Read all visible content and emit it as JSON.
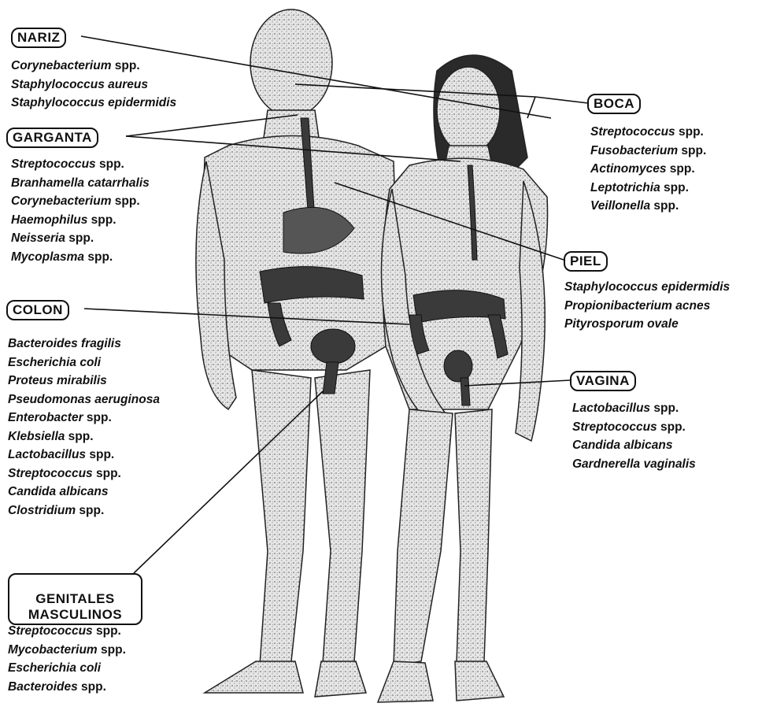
{
  "sections": [
    {
      "id": "nariz",
      "label": "NARIZ",
      "organisms": [
        {
          "name": "Corynebacterium",
          "suffix": " spp."
        },
        {
          "name": "Staphylococcus aureus",
          "suffix": ""
        },
        {
          "name": "Staphylococcus epidermidis",
          "suffix": ""
        }
      ]
    },
    {
      "id": "garganta",
      "label": "GARGANTA",
      "organisms": [
        {
          "name": "Streptococcus",
          "suffix": " spp."
        },
        {
          "name": "Branhamella catarrhalis",
          "suffix": ""
        },
        {
          "name": "Corynebacterium",
          "suffix": " spp."
        },
        {
          "name": "Haemophilus",
          "suffix": " spp."
        },
        {
          "name": "Neisseria",
          "suffix": " spp."
        },
        {
          "name": "Mycoplasma",
          "suffix": " spp."
        }
      ]
    },
    {
      "id": "colon",
      "label": "COLON",
      "organisms": [
        {
          "name": "Bacteroides fragilis",
          "suffix": ""
        },
        {
          "name": "Escherichia coli",
          "suffix": ""
        },
        {
          "name": "Proteus mirabilis",
          "suffix": ""
        },
        {
          "name": "Pseudomonas aeruginosa",
          "suffix": ""
        },
        {
          "name": "Enterobacter",
          "suffix": " spp."
        },
        {
          "name": "Klebsiella",
          "suffix": " spp."
        },
        {
          "name": "Lactobacillus",
          "suffix": " spp."
        },
        {
          "name": "Streptococcus",
          "suffix": " spp."
        },
        {
          "name": "Candida albicans",
          "suffix": ""
        },
        {
          "name": "Clostridium",
          "suffix": " spp."
        }
      ]
    },
    {
      "id": "genitales",
      "label": "GENITALES\nMASCULINOS",
      "organisms": [
        {
          "name": "Streptococcus",
          "suffix": " spp."
        },
        {
          "name": "Mycobacterium",
          "suffix": " spp."
        },
        {
          "name": "Escherichia coli",
          "suffix": ""
        },
        {
          "name": "Bacteroides",
          "suffix": " spp."
        }
      ]
    },
    {
      "id": "boca",
      "label": "BOCA",
      "organisms": [
        {
          "name": "Streptococcus",
          "suffix": " spp."
        },
        {
          "name": "Fusobacterium",
          "suffix": " spp."
        },
        {
          "name": "Actinomyces",
          "suffix": " spp."
        },
        {
          "name": "Leptotrichia",
          "suffix": " spp."
        },
        {
          "name": "Veillonella",
          "suffix": " spp."
        }
      ]
    },
    {
      "id": "piel",
      "label": "PIEL",
      "organisms": [
        {
          "name": "Staphylococcus epidermidis",
          "suffix": ""
        },
        {
          "name": "Propionibacterium acnes",
          "suffix": ""
        },
        {
          "name": "Pityrosporum ovale",
          "suffix": ""
        }
      ]
    },
    {
      "id": "vagina",
      "label": "VAGINA",
      "organisms": [
        {
          "name": "Lactobacillus",
          "suffix": " spp."
        },
        {
          "name": "Streptococcus",
          "suffix": " spp."
        },
        {
          "name": "Candida albicans",
          "suffix": ""
        },
        {
          "name": "Gardnerella vaginalis",
          "suffix": ""
        }
      ]
    }
  ],
  "colors": {
    "ink": "#111111",
    "body_fill": "#d9d9d9",
    "organ_fill": "#3a3a3a",
    "background": "#ffffff"
  }
}
